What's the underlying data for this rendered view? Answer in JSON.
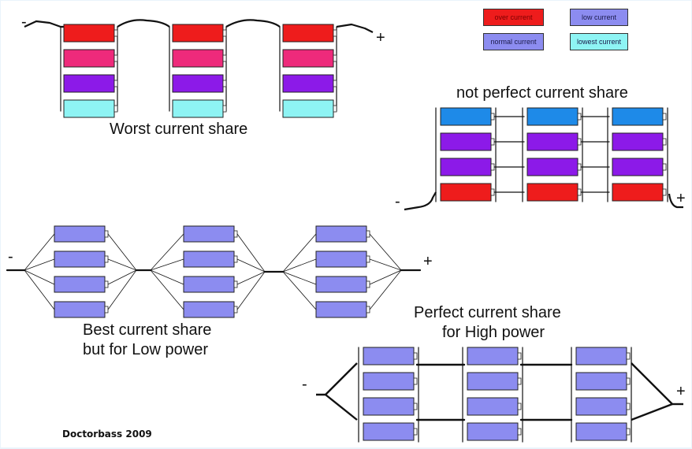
{
  "colors": {
    "high": "#ee1c1c",
    "pink": "#ee2a7b",
    "purple": "#8c1ae8",
    "cyan": "#8ef4f4",
    "blue": "#1e8ae8",
    "periwinkle": "#8c8cf0",
    "line": "#111111"
  },
  "legend": [
    {
      "label": "over current",
      "color": "#ee1c1c"
    },
    {
      "label": "low current",
      "color": "#8c8cf0"
    },
    {
      "label": "normal current",
      "color": "#8c8cf0"
    },
    {
      "label": "lowest current",
      "color": "#8ef4f4"
    }
  ],
  "diagrams": {
    "worst": {
      "title": "Worst current share",
      "minus": "-",
      "plus": "+",
      "cell_colors": [
        "high",
        "pink",
        "purple",
        "cyan"
      ]
    },
    "not_perfect": {
      "title": "not perfect current share",
      "minus": "-",
      "plus": "+",
      "cell_colors": [
        "blue",
        "purple",
        "purple",
        "high"
      ]
    },
    "best_low": {
      "title_line1": "Best current share",
      "title_line2": "but for Low power",
      "minus": "-",
      "plus": "+"
    },
    "perfect_high": {
      "title_line1": "Perfect current share",
      "title_line2": "for High power",
      "minus": "-",
      "plus": "+"
    }
  },
  "credit": "Doctorbass 2009"
}
